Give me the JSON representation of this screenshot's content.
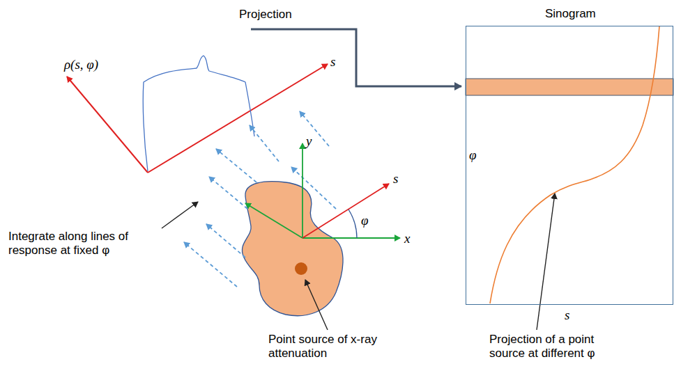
{
  "diagram": {
    "nodes": [
      {
        "text": [
          "Sinogram"
        ]
      }
    ],
    "labels": [
      "Projection",
      "ρ(s, φ)",
      "s",
      "y",
      "s",
      "x",
      "φ",
      "φ",
      "s",
      "Integrate along lines of response at fixed φ",
      "Point source of x-ray attenuation",
      "Projection of a point source at different φ"
    ]
  }
}
